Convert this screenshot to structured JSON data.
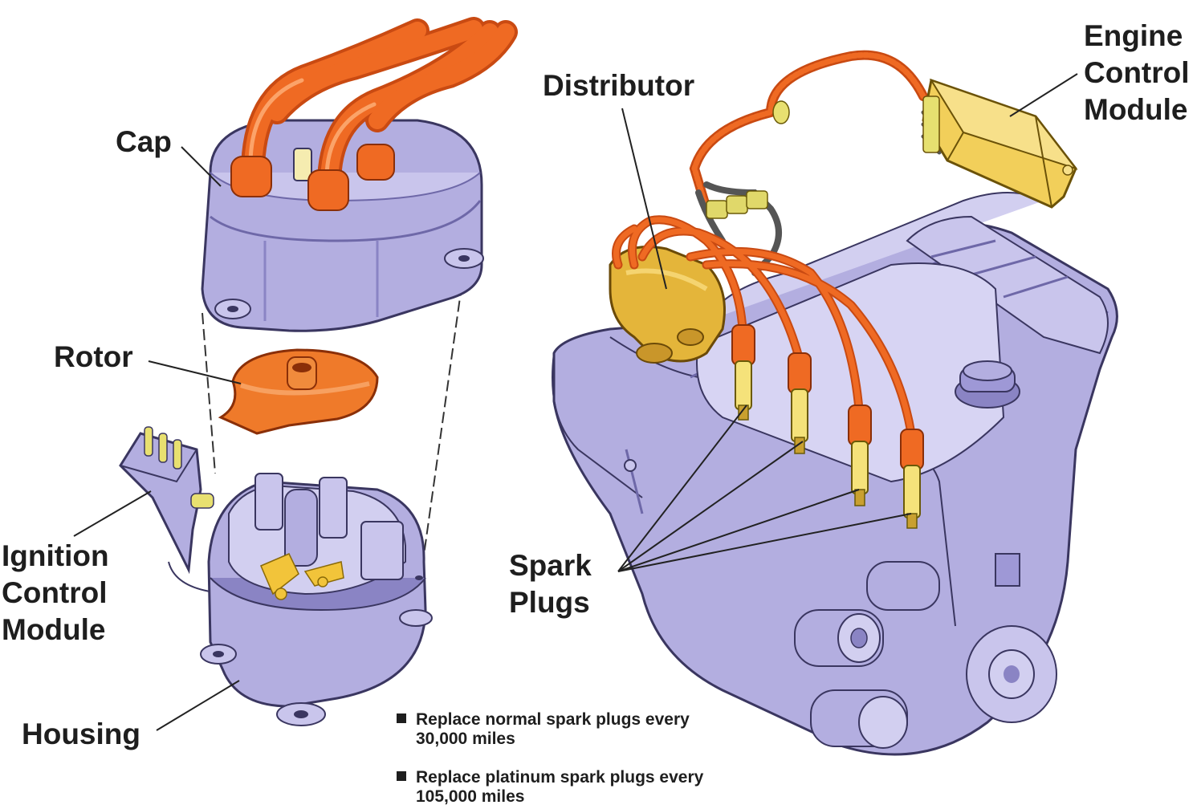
{
  "labels": {
    "cap": "Cap",
    "rotor": "Rotor",
    "ignition_control_module": [
      "Ignition",
      "Control",
      "Module"
    ],
    "housing": "Housing",
    "distributor": "Distributor",
    "engine_control_module": [
      "Engine",
      "Control",
      "Module"
    ],
    "spark_plugs": [
      "Spark",
      "Plugs"
    ]
  },
  "notes": [
    {
      "line1": "Replace normal spark plugs every",
      "line2": "30,000 miles"
    },
    {
      "line1": "Replace platinum spark plugs every",
      "line2": "105,000 miles"
    }
  ],
  "colors": {
    "metal": "#b3aee0",
    "metal_dark": "#8a84c4",
    "wire": "#ef6a23",
    "wire_dark": "#c94a12",
    "ecm": "#f2cf5a",
    "distributor_body": "#e4b53a",
    "plug_insulator": "#f5e27a",
    "text": "#1e1e1e"
  }
}
